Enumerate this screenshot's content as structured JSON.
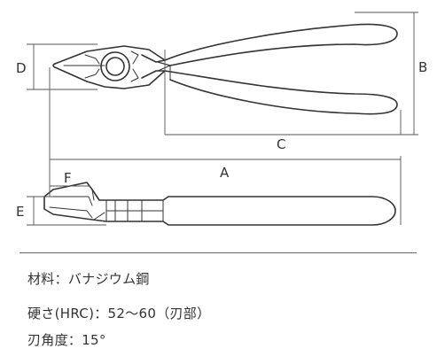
{
  "dimensions": {
    "A": "A",
    "C": "C",
    "D": "D",
    "E": "E",
    "F": "F",
    "B": "B"
  },
  "specs": {
    "material": "材料：バナジウム鋼",
    "hardness": "硬さ(HRC)：52〜60（刃部）",
    "edge_angle": "刃角度：15°"
  }
}
